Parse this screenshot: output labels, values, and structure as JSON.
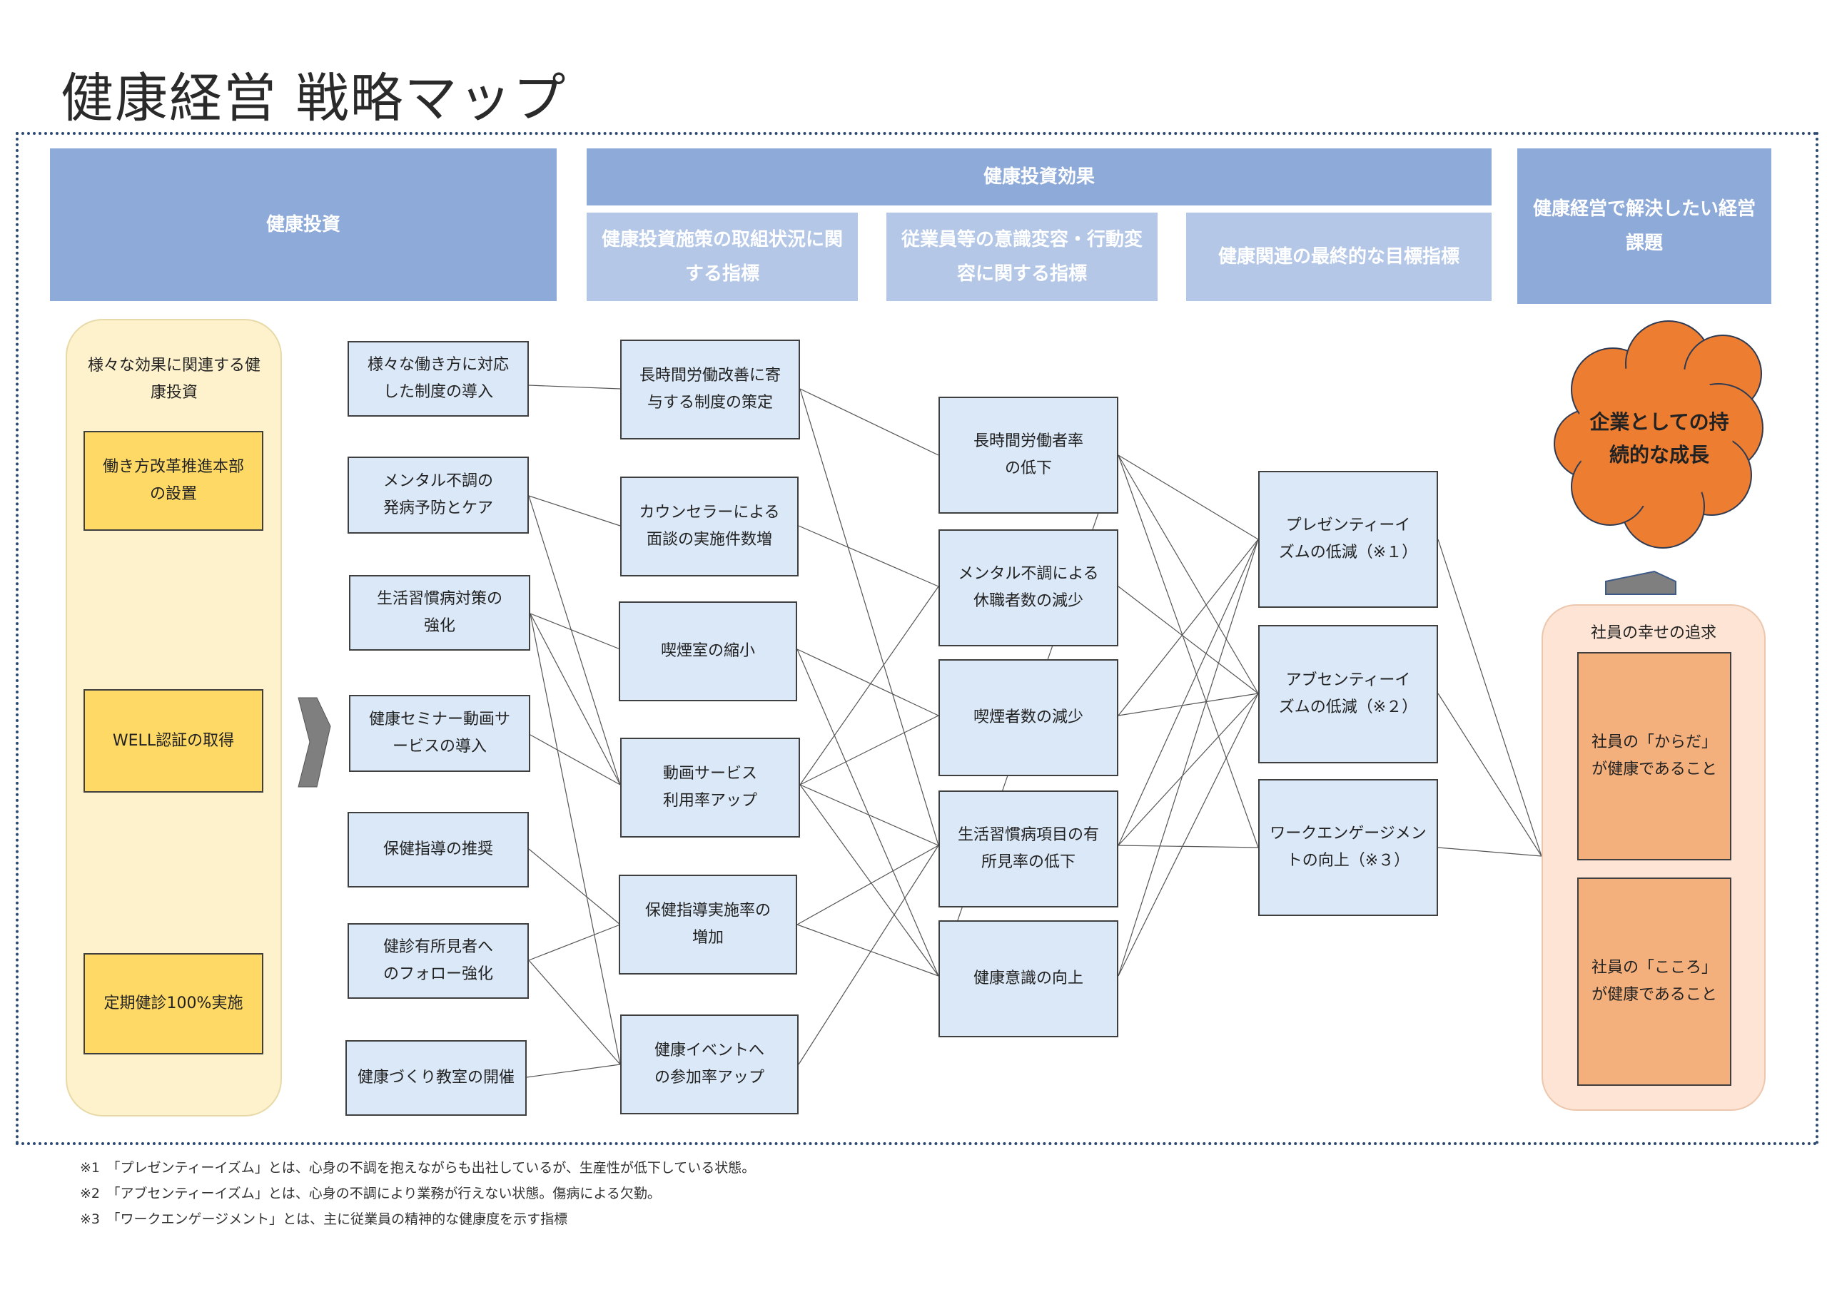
{
  "title": "健康経営 戦略マップ",
  "headers": {
    "investment": "健康投資",
    "effects": "健康投資効果",
    "effects_sub1": "健康投資施策の取組状況に関する指標",
    "effects_sub2": "従業員等の意識変容・行動変容に関する指標",
    "effects_sub3": "健康関連の最終的な目標指標",
    "issues": "健康経営で解決したい経営課題"
  },
  "left_panel": {
    "label": "様々な効果に関連する健康投資",
    "items": [
      "働き方改革推進本部の設置",
      "WELL認証の取得",
      "定期健診100%実施"
    ]
  },
  "investments": [
    "様々な働き方に対応した制度の導入",
    "メンタル不調の発病予防とケア",
    "生活習慣病対策の強化",
    "健康セミナー動画サービスの導入",
    "保健指導の推奨",
    "健診有所見者へのフォロー強化",
    "健康づくり教室の開催"
  ],
  "initiative_metrics": [
    "長時間労働改善に寄与する制度の策定",
    "カウンセラーによる面談の実施件数増",
    "喫煙室の縮小",
    "動画サービス利用率アップ",
    "保健指導実施率の増加",
    "健康イベントへの参加率アップ"
  ],
  "behavior_metrics": [
    "長時間労働者率の低下",
    "メンタル不調による休職者数の減少",
    "喫煙者数の減少",
    "生活習慣病項目の有所見率の低下",
    "健康意識の向上"
  ],
  "final_metrics": [
    "プレゼンティーイズムの低減（※１）",
    "アブセンティーイズムの低減（※２）",
    "ワークエンゲージメントの向上（※３）"
  ],
  "goal": "企業としての持続的な成長",
  "right_panel": {
    "label": "社員の幸せの追求",
    "items": [
      "社員の「からだ」が健康であること",
      "社員の「こころ」が健康であること"
    ]
  },
  "notes": [
    "※1　「プレゼンティーイズム」とは、心身の不調を抱えながらも出社しているが、生産性が低下している状態。",
    "※2　「アブセンティーイズム」とは、心身の不調により業務が行えない状態。傷病による欠勤。",
    "※3　「ワークエンゲージメント」とは、主に従業員の精神的な健康度を示す指標"
  ],
  "colors": {
    "header_dark": "#8eaad8",
    "header_light": "#b4c7e7",
    "box_fill": "#dbe8f7",
    "left_panel": "#fef2cc",
    "left_item": "#ffd966",
    "right_panel": "#fde4d4",
    "right_item": "#f4b07c",
    "cloud": "#ed7d31",
    "arrow": "#7f7f7f"
  }
}
